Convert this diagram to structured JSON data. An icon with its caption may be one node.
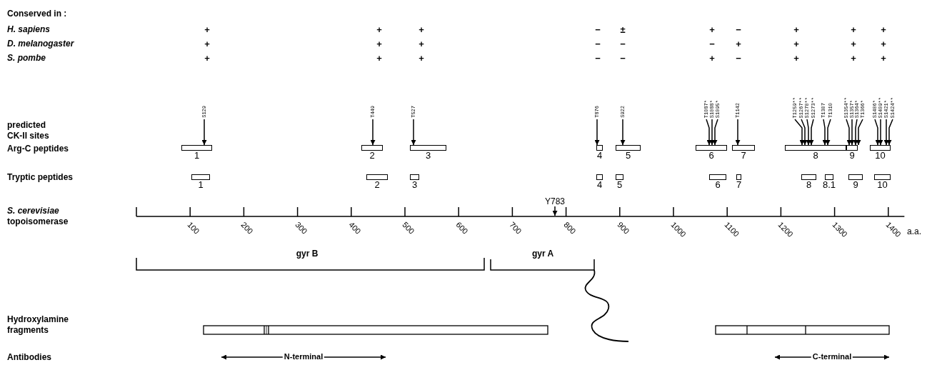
{
  "diagram": {
    "nodes": [
      {
        "text": [
          "S129"
        ]
      },
      {
        "text": [
          "T449"
        ]
      },
      {
        "text": [
          "T527"
        ]
      },
      {
        "text": [
          "T876"
        ]
      },
      {
        "text": [
          "S922"
        ]
      },
      {
        "text": [
          "T1087*"
        ]
      },
      {
        "text": [
          "S1088*"
        ]
      },
      {
        "text": [
          "S1095*"
        ]
      },
      {
        "text": [
          "T1142"
        ]
      },
      {
        "text": [
          "T1259**"
        ]
      },
      {
        "text": [
          "S1267**"
        ]
      },
      {
        "text": [
          "S1270**"
        ]
      },
      {
        "text": [
          "S1273**"
        ]
      },
      {
        "text": [
          "T1307"
        ]
      },
      {
        "text": [
          "T1310"
        ]
      },
      {
        "text": [
          "S1354**"
        ]
      },
      {
        "text": [
          "S1357*"
        ]
      },
      {
        "text": [
          "S1364*"
        ]
      },
      {
        "text": [
          "T1366*"
        ]
      },
      {
        "text": [
          "S1406*"
        ]
      },
      {
        "text": [
          "S1409**"
        ]
      },
      {
        "text": [
          "S1421*"
        ]
      },
      {
        "text": [
          "S1424**"
        ]
      },
      {
        "text": [
          "1"
        ]
      },
      {
        "text": [
          "2"
        ]
      },
      {
        "text": [
          "3"
        ]
      },
      {
        "text": [
          "4"
        ]
      },
      {
        "text": [
          "5"
        ]
      },
      {
        "text": [
          "6"
        ]
      },
      {
        "text": [
          "7"
        ]
      },
      {
        "text": [
          "8"
        ]
      },
      {
        "text": [
          "9"
        ]
      },
      {
        "text": [
          "10"
        ]
      },
      {
        "text": [
          "1"
        ]
      },
      {
        "text": [
          "2"
        ]
      },
      {
        "text": [
          "3"
        ]
      },
      {
        "text": [
          "4"
        ]
      },
      {
        "text": [
          "5"
        ]
      },
      {
        "text": [
          "6"
        ]
      },
      {
        "text": [
          "7"
        ]
      },
      {
        "text": [
          "8"
        ]
      },
      {
        "text": [
          "8.1"
        ]
      },
      {
        "text": [
          "9"
        ]
      },
      {
        "text": [
          "10"
        ]
      }
    ],
    "edges": [
      {
        "from": 0,
        "to": 23,
        "arrow": "to"
      },
      {
        "from": 1,
        "to": 24,
        "arrow": "to"
      },
      {
        "from": 2,
        "to": 25,
        "arrow": "to"
      },
      {
        "from": 3,
        "to": 26,
        "arrow": "to"
      },
      {
        "from": 4,
        "to": 27,
        "arrow": "to"
      },
      {
        "from": 5,
        "to": 28,
        "arrow": "to"
      },
      {
        "from": 6,
        "to": 28,
        "arrow": "to"
      },
      {
        "from": 7,
        "to": 28,
        "arrow": "to"
      },
      {
        "from": 8,
        "to": 29,
        "arrow": "to"
      },
      {
        "from": 9,
        "to": 30,
        "arrow": "to"
      },
      {
        "from": 10,
        "to": 30,
        "arrow": "to"
      },
      {
        "from": 11,
        "to": 30,
        "arrow": "to"
      },
      {
        "from": 12,
        "to": 30,
        "arrow": "to"
      },
      {
        "from": 13,
        "to": 30,
        "arrow": "to"
      },
      {
        "from": 14,
        "to": 30,
        "arrow": "to"
      },
      {
        "from": 15,
        "to": 31,
        "arrow": "to"
      },
      {
        "from": 16,
        "to": 31,
        "arrow": "to"
      },
      {
        "from": 17,
        "to": 31,
        "arrow": "to"
      },
      {
        "from": 18,
        "to": 31,
        "arrow": "to"
      },
      {
        "from": 19,
        "to": 32,
        "arrow": "to"
      },
      {
        "from": 20,
        "to": 32,
        "arrow": "to"
      },
      {
        "from": 21,
        "to": 32,
        "arrow": "to"
      },
      {
        "from": 22,
        "to": 32,
        "arrow": "to"
      }
    ],
    "labels": [
      "Conserved in :",
      "H. sapiens",
      "+",
      "+",
      "+",
      "−",
      "±",
      "+",
      "−",
      "+",
      "+",
      "+",
      "D. melanogaster",
      "+",
      "+",
      "+",
      "−",
      "−",
      "−",
      "+",
      "+",
      "+",
      "+",
      "S. pombe",
      "+",
      "+",
      "+",
      "−",
      "−",
      "+",
      "−",
      "+",
      "+",
      "+",
      "predicted CK-II sites",
      "Arg-C peptides",
      "Tryptic peptides",
      "Y783",
      "*S. cerevisiae* topoisomerase",
      "100",
      "200",
      "300",
      "400",
      "500",
      "600",
      "700",
      "800",
      "900",
      "1000",
      "1100",
      "1200",
      "1300",
      "1400",
      "a.a.",
      "gyr B",
      "gyr A",
      "Hydroxylamine fragments",
      "Antibodies",
      "N-terminal",
      "C-terminal"
    ]
  }
}
